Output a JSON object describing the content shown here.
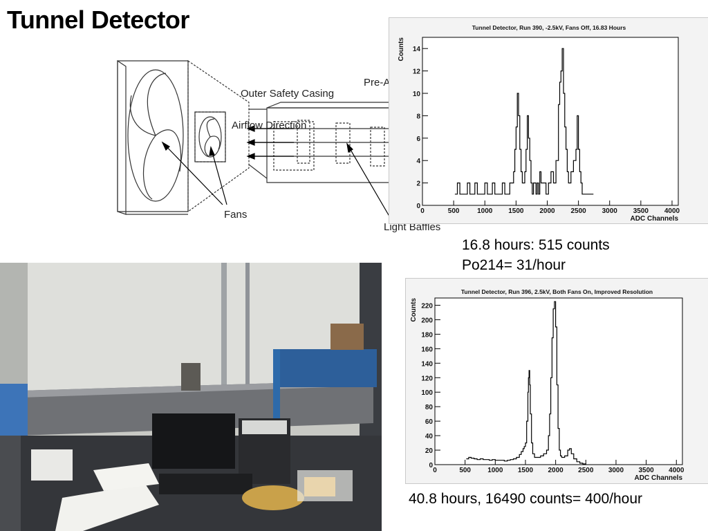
{
  "slide": {
    "title": "Tunnel Detector"
  },
  "diagram": {
    "labels": {
      "outer_casing": "Outer Safety Casing",
      "pre": "Pre-A",
      "airflow": "Airflow Direction",
      "fans": "Fans",
      "baffles": "Light Baffles"
    }
  },
  "captions": {
    "run390": [
      "16.8 hours: 515 counts",
      "Po214= 31/hour"
    ],
    "run396": "40.8 hours, 16490 counts= 400/hour"
  },
  "colors": {
    "hist_line": "#000000",
    "chart_bg": "#f3f3f3",
    "frame_bg": "#ffffff"
  },
  "chart_data": [
    {
      "type": "histogram",
      "title": "Tunnel Detector, Run 390, -2.5kV, Fans Off, 16.83 Hours",
      "xlabel": "ADC Channels",
      "ylabel": "Counts",
      "xlim": [
        0,
        4100
      ],
      "ylim": [
        0,
        15
      ],
      "xticks": [
        0,
        500,
        1000,
        1500,
        2000,
        2500,
        3000,
        3500,
        4000
      ],
      "yticks": [
        0,
        2,
        4,
        6,
        8,
        10,
        12,
        14
      ],
      "grid": false,
      "series": [
        {
          "x": [
            520,
            560,
            600,
            640,
            680,
            720,
            760,
            800,
            840,
            880,
            920,
            960,
            1000,
            1040,
            1080,
            1120,
            1160,
            1200,
            1240,
            1280,
            1320,
            1360,
            1400,
            1440,
            1460,
            1480,
            1500,
            1520,
            1540,
            1560,
            1580,
            1600,
            1620,
            1640,
            1660,
            1680,
            1700,
            1720,
            1740,
            1760,
            1780,
            1800,
            1820,
            1840,
            1860,
            1880,
            1900,
            1940,
            1980,
            2020,
            2060,
            2100,
            2140,
            2180,
            2200,
            2220,
            2240,
            2260,
            2280,
            2300,
            2320,
            2340,
            2360,
            2380,
            2420,
            2460,
            2480,
            2500,
            2520,
            2540,
            2560,
            2580,
            2600,
            2620,
            2660,
            2700,
            2740
          ],
          "values": [
            1,
            2,
            1,
            1,
            1,
            2,
            1,
            1,
            2,
            1,
            1,
            1,
            2,
            1,
            1,
            2,
            1,
            1,
            1,
            2,
            1,
            1,
            2,
            2,
            3,
            5,
            7,
            10,
            8,
            5,
            3,
            2,
            2,
            3,
            5,
            8,
            6,
            4,
            2,
            1,
            2,
            2,
            1,
            2,
            1,
            3,
            2,
            2,
            1,
            2,
            3,
            2,
            4,
            9,
            11,
            12,
            14,
            10,
            7,
            5,
            3,
            2,
            2,
            3,
            4,
            5,
            8,
            5,
            3,
            2,
            1,
            1,
            1,
            1,
            1,
            1,
            1
          ]
        }
      ]
    },
    {
      "type": "histogram",
      "title": "Tunnel Detector, Run 396, 2.5kV, Both Fans On, Improved Resolution",
      "xlabel": "ADC Channels",
      "ylabel": "Counts",
      "xlim": [
        0,
        4100
      ],
      "ylim": [
        0,
        230
      ],
      "xticks": [
        0,
        500,
        1000,
        1500,
        2000,
        2500,
        3000,
        3500,
        4000
      ],
      "yticks": [
        0,
        20,
        40,
        60,
        80,
        100,
        120,
        140,
        160,
        180,
        200,
        220
      ],
      "grid": false,
      "series": [
        {
          "x": [
            520,
            560,
            600,
            650,
            700,
            750,
            800,
            850,
            900,
            950,
            1000,
            1050,
            1100,
            1150,
            1200,
            1250,
            1300,
            1350,
            1400,
            1430,
            1460,
            1480,
            1500,
            1520,
            1540,
            1550,
            1560,
            1570,
            1580,
            1600,
            1620,
            1650,
            1700,
            1750,
            1800,
            1850,
            1880,
            1900,
            1920,
            1940,
            1960,
            1980,
            2000,
            2020,
            2040,
            2060,
            2080,
            2100,
            2150,
            2200,
            2230,
            2260,
            2300,
            2350,
            2400,
            2450,
            2500
          ],
          "values": [
            8,
            10,
            9,
            8,
            7,
            8,
            7,
            7,
            6,
            7,
            6,
            6,
            6,
            5,
            6,
            7,
            8,
            10,
            14,
            18,
            22,
            25,
            30,
            60,
            100,
            120,
            130,
            110,
            70,
            30,
            15,
            10,
            10,
            12,
            15,
            20,
            40,
            70,
            120,
            175,
            215,
            225,
            190,
            110,
            50,
            20,
            12,
            10,
            12,
            20,
            22,
            15,
            8,
            4,
            2,
            1,
            0
          ]
        }
      ]
    }
  ]
}
